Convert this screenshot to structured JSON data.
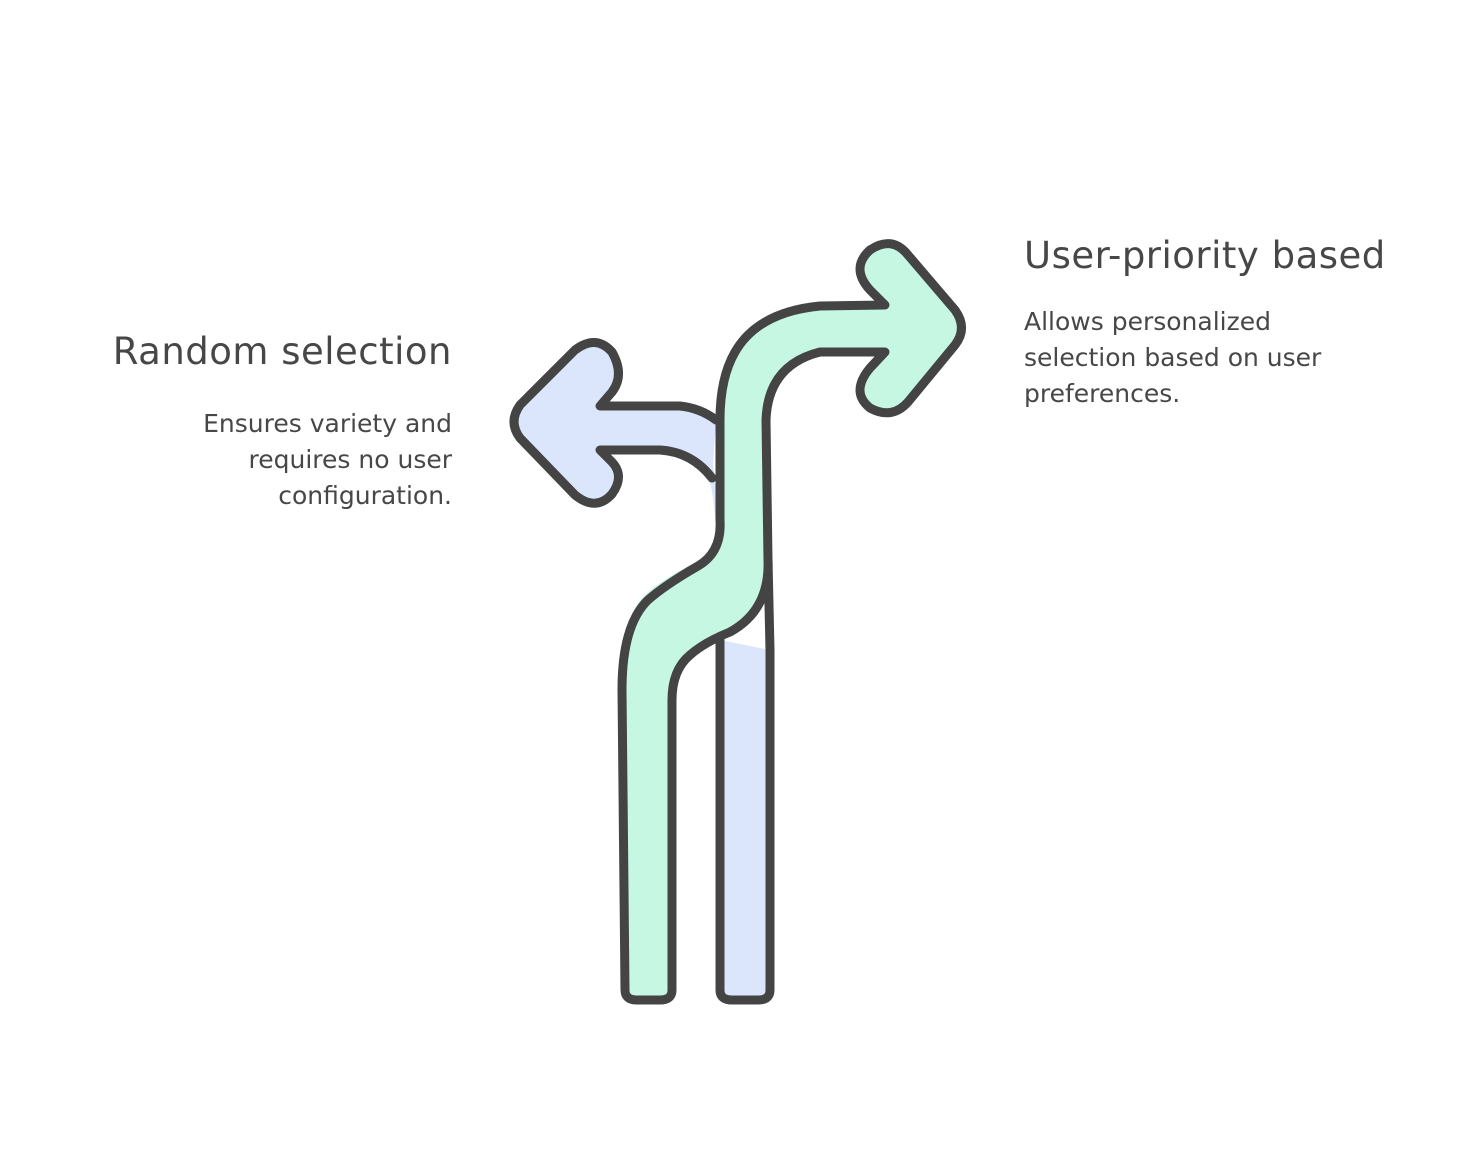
{
  "colors": {
    "outline": "#444444",
    "left_path_fill": "#dbe6fc",
    "right_path_fill": "#c6f7e2",
    "text": "#474747",
    "background": "#ffffff"
  },
  "left_option": {
    "title": "Random selection",
    "description": "Ensures variety and\nrequires no user\nconfiguration.",
    "arrow_direction": "left",
    "icon": "arrow-left-icon"
  },
  "right_option": {
    "title": "User-priority based",
    "description": "Allows personalized\nselection based on user\npreferences.",
    "arrow_direction": "right",
    "icon": "arrow-right-icon"
  }
}
